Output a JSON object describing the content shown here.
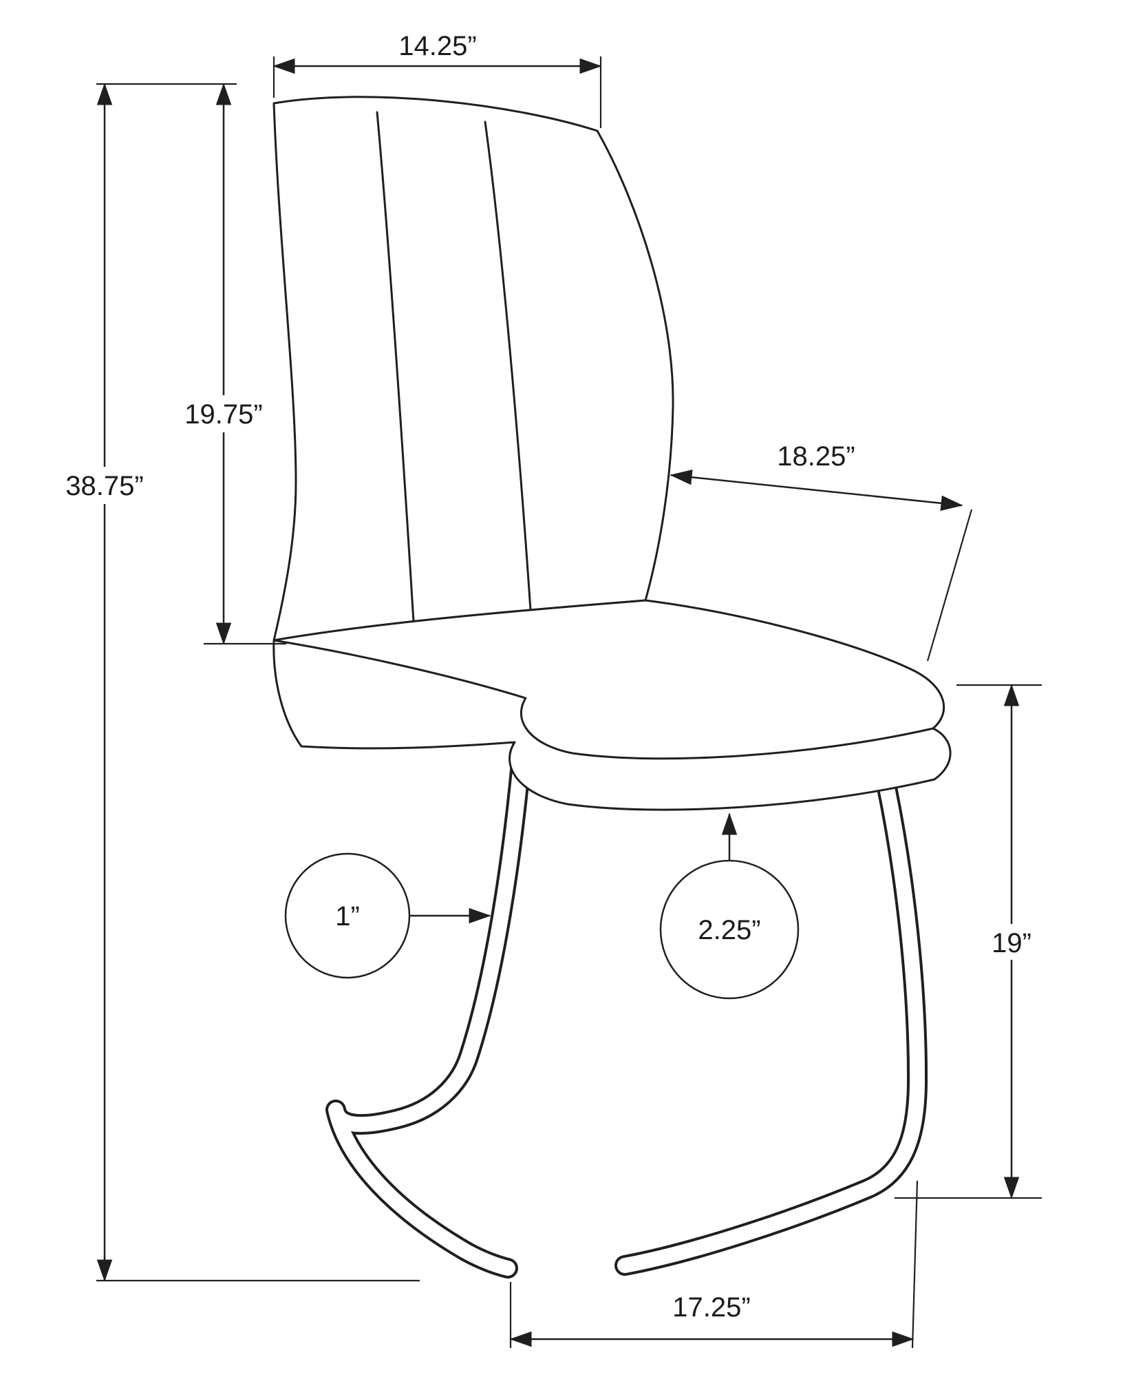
{
  "page": {
    "background_color": "#ffffff",
    "line_color": "#1f1f1f"
  },
  "dimensions": {
    "top_width": {
      "label": "14.25”"
    },
    "back_height": {
      "label": "19.75”"
    },
    "total_height": {
      "label": "38.75”"
    },
    "seat_depth": {
      "label": "18.25”"
    },
    "seat_height": {
      "label": "19”"
    },
    "tube_diameter": {
      "label": "1”"
    },
    "seat_thickness": {
      "label": "2.25”"
    },
    "base_depth": {
      "label": "17.25”"
    }
  }
}
